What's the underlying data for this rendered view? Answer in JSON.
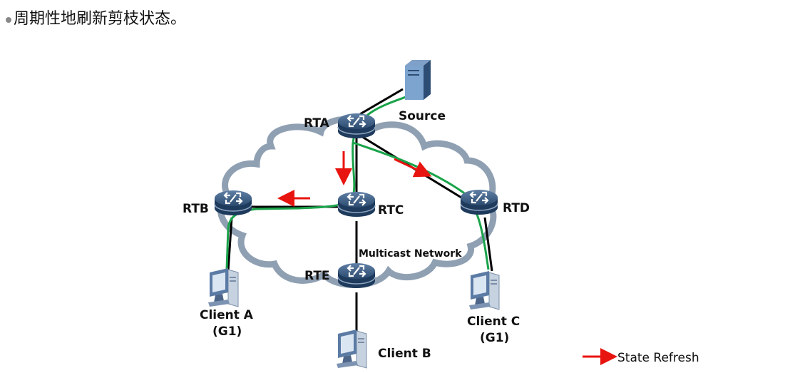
{
  "heading": {
    "bullet": "•",
    "text": "周期性地刷新剪枝状态。"
  },
  "diagram": {
    "source_label": "Source",
    "cloud_label": "Multicast Network",
    "routers": [
      {
        "id": "RTA",
        "label": "RTA"
      },
      {
        "id": "RTB",
        "label": "RTB"
      },
      {
        "id": "RTC",
        "label": "RTC"
      },
      {
        "id": "RTD",
        "label": "RTD"
      },
      {
        "id": "RTE",
        "label": "RTE"
      }
    ],
    "clients": [
      {
        "id": "A",
        "label": "Client A",
        "group": "(G1)"
      },
      {
        "id": "B",
        "label": "Client B",
        "group": ""
      },
      {
        "id": "C",
        "label": "Client C",
        "group": "(G1)"
      }
    ],
    "links": [
      [
        "Source",
        "RTA"
      ],
      [
        "RTA",
        "RTC"
      ],
      [
        "RTA",
        "RTD"
      ],
      [
        "RTB",
        "RTC"
      ],
      [
        "RTC",
        "RTE"
      ],
      [
        "RTB",
        "Client A"
      ],
      [
        "RTD",
        "Client C"
      ],
      [
        "RTE",
        "Client B"
      ]
    ],
    "multicast_tree": [
      "Source",
      "RTA",
      "RTC",
      "RTB",
      "Client A",
      "RTA",
      "RTD",
      "Client C"
    ],
    "state_refresh_arrows": [
      [
        "RTA",
        "RTC"
      ],
      [
        "RTA",
        "RTD"
      ],
      [
        "RTC",
        "RTB"
      ]
    ],
    "colors": {
      "tree": "#1aa34a",
      "refresh": "#e8140f",
      "link": "#000000",
      "cloud": "#7d8fa6",
      "router": "#2b4a6e"
    }
  },
  "legend": {
    "label": "State Refresh"
  }
}
